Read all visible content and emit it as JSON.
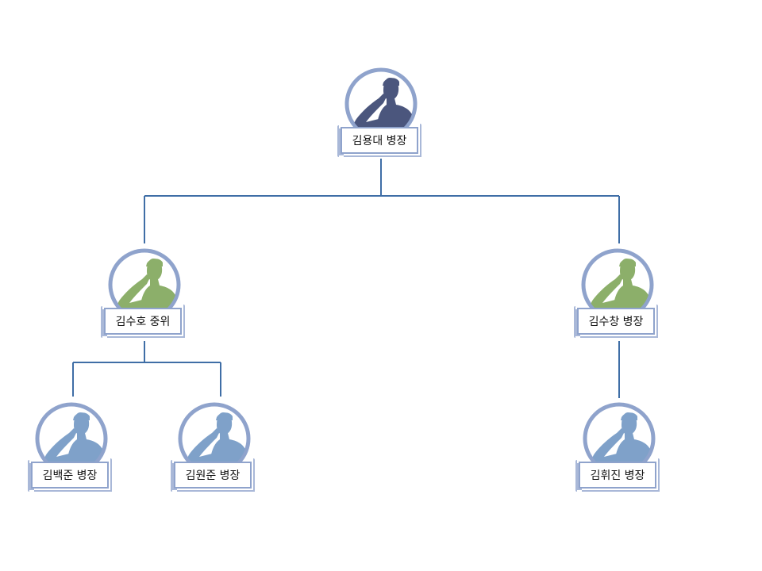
{
  "colors": {
    "line": "#3f6ea6",
    "ring": "#8fa3cc",
    "ring_fill": "#ffffff",
    "level_top": "#4b567d",
    "level_mid": "#8caf6a",
    "level_low": "#7fa1c9"
  },
  "nodes": {
    "root": {
      "label": "김용대 병장",
      "icon": "saluting-soldier-icon"
    },
    "left_mid": {
      "label": "김수호 중위",
      "icon": "saluting-soldier-icon"
    },
    "right_mid": {
      "label": "김수창 병장",
      "icon": "saluting-soldier-icon"
    },
    "left_low_1": {
      "label": "김백준 병장",
      "icon": "saluting-soldier-icon"
    },
    "left_low_2": {
      "label": "김원준 병장",
      "icon": "saluting-soldier-icon"
    },
    "right_low": {
      "label": "김휘진 병장",
      "icon": "saluting-soldier-icon"
    }
  }
}
